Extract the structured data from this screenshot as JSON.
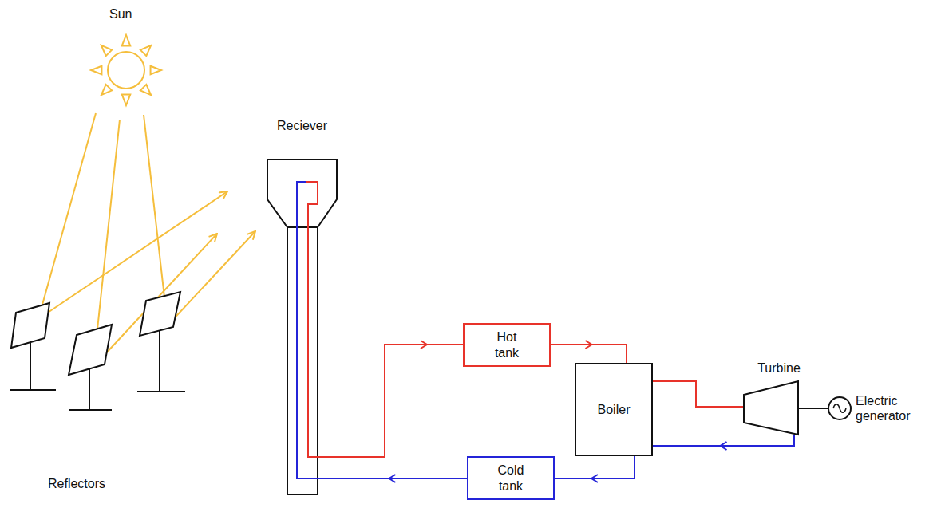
{
  "diagram": {
    "nodes": [
      {
        "text": [
          "Reciever"
        ]
      },
      {
        "text": [
          "Hot tank"
        ]
      },
      {
        "text": [
          "Boiler"
        ]
      },
      {
        "text": [
          "Turbine"
        ]
      },
      {
        "text": [
          "Electric generator"
        ]
      },
      {
        "text": [
          "Cold tank"
        ]
      }
    ],
    "edges": [
      {
        "from": 0,
        "to": 1,
        "arrow": "to"
      },
      {
        "from": 1,
        "to": 2,
        "arrow": "to"
      },
      {
        "from": 2,
        "to": 3,
        "arrow": "none"
      },
      {
        "from": 3,
        "to": 2,
        "arrow": "to"
      },
      {
        "from": 2,
        "to": 5,
        "arrow": "to"
      },
      {
        "from": 5,
        "to": 0,
        "arrow": "to"
      },
      {
        "from": 3,
        "to": 4,
        "arrow": "none"
      }
    ],
    "labels": [
      "Sun",
      "Reflectors"
    ]
  }
}
